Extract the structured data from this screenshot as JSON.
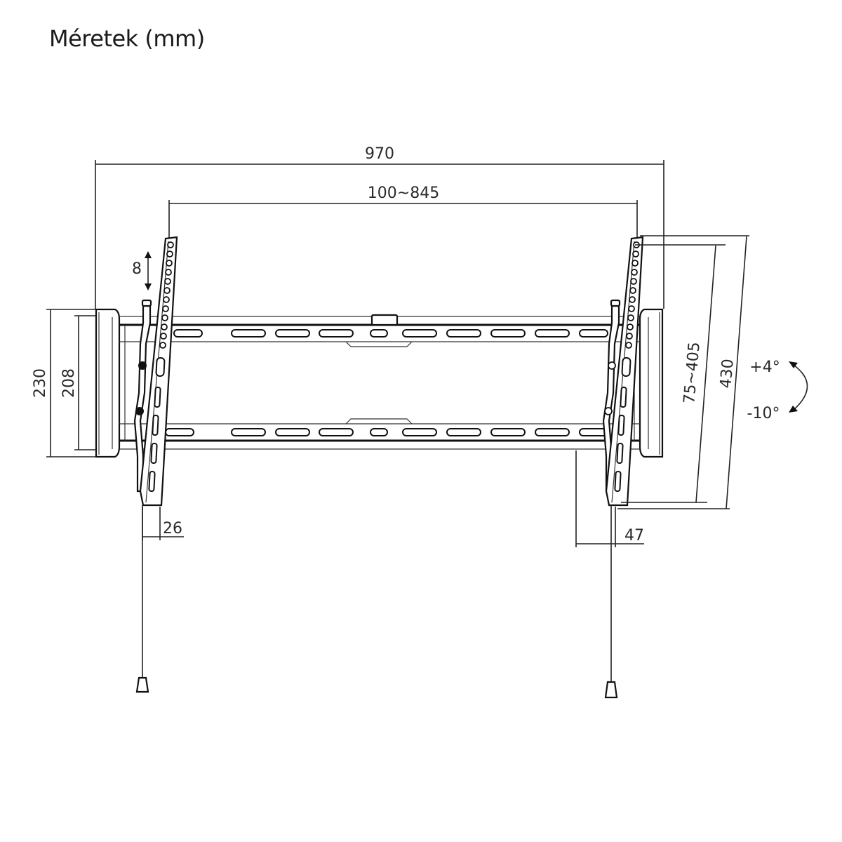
{
  "title": "Méretek (mm)",
  "dimensions": {
    "overall_width": "970",
    "vesa_width_range": "100~845",
    "height_outer": "230",
    "height_inner": "208",
    "slide_adjust": "8",
    "depth_min": "26",
    "depth_max": "47",
    "vesa_height_range": "75~405",
    "bracket_height": "430"
  },
  "tilt": {
    "up": "+4°",
    "down": "-10°"
  },
  "colors": {
    "line": "#111111",
    "text": "#2a2a2a",
    "background": "#ffffff"
  }
}
